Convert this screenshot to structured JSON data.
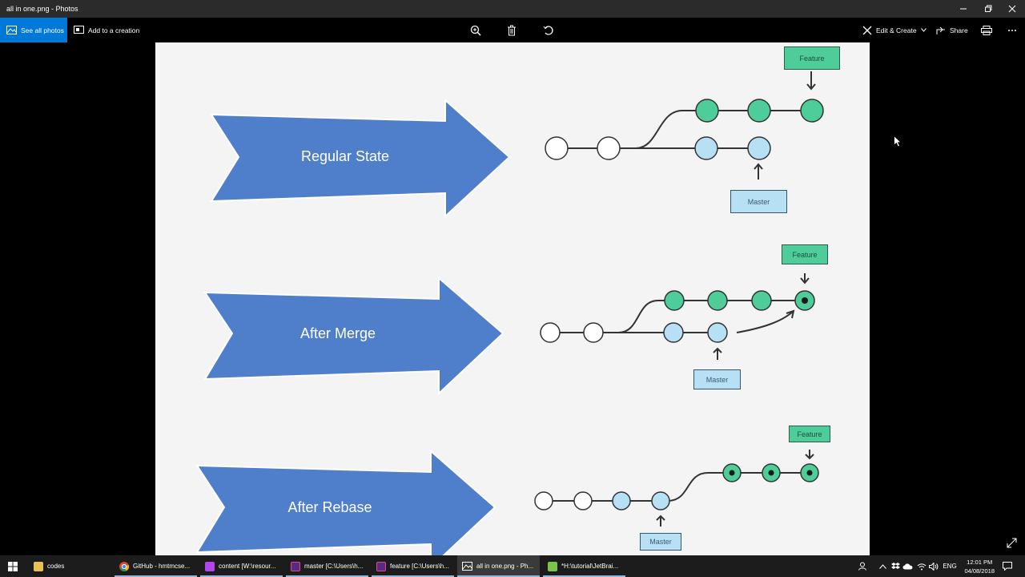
{
  "window": {
    "title": "all in one.png - Photos"
  },
  "toolbar": {
    "see_all_photos": "See all photos",
    "add_to_creation": "Add to a creation",
    "edit_create": "Edit & Create",
    "share": "Share"
  },
  "slide": {
    "rows": [
      {
        "label": "Regular State",
        "feature_label": "Feature",
        "master_label": "Master"
      },
      {
        "label": "After Merge",
        "feature_label": "Feature",
        "master_label": "Master"
      },
      {
        "label": "After Rebase",
        "feature_label": "Feature",
        "master_label": "Master"
      }
    ]
  },
  "taskbar": {
    "items": [
      {
        "label": "codes",
        "icon": "folder-icon"
      },
      {
        "label": "GitHub - hmtmcse...",
        "icon": "chrome-icon"
      },
      {
        "label": "content [W:\\resour...",
        "icon": "phpstorm-icon"
      },
      {
        "label": "master [C:\\Users\\h...",
        "icon": "intellij-icon"
      },
      {
        "label": "feature [C:\\Users\\h...",
        "icon": "intellij-icon"
      },
      {
        "label": "all in one.png - Ph...",
        "icon": "photos-icon"
      },
      {
        "label": "*H:\\tutorial\\JetBrai...",
        "icon": "notepad-icon"
      }
    ],
    "language": "ENG",
    "time": "12:01 PM",
    "date": "04/08/2018"
  },
  "colors": {
    "accent": "#0078d7",
    "arrow_blue": "#4f7fcb",
    "commit_green": "#4ecc99",
    "commit_blue": "#b7e0f5"
  }
}
